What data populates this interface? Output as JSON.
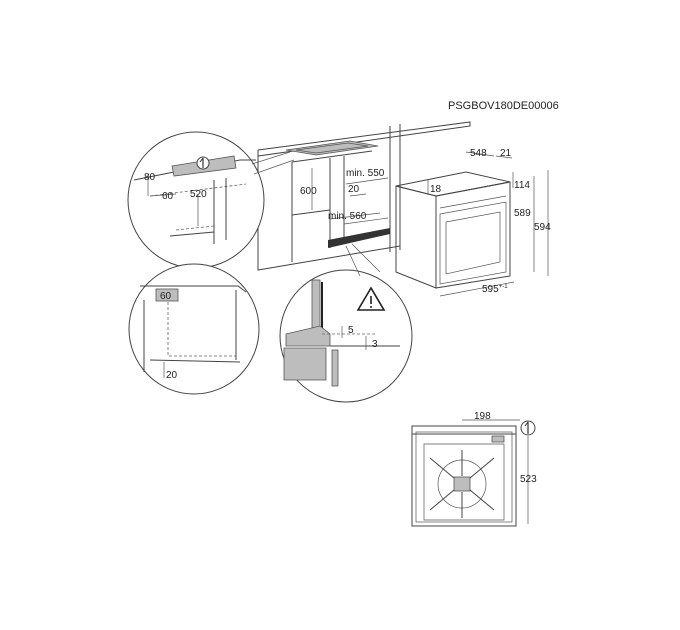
{
  "document": {
    "reference_code": "PSGBOV180DE00006"
  },
  "dimensions": {
    "cabinet": {
      "min_width": "min. 560",
      "min_depth": "min. 550",
      "height": "600",
      "gap": "20"
    },
    "oven": {
      "depth": "548",
      "door": "21",
      "top_offset": "114",
      "front_top": "18",
      "height": "589",
      "total_height": "594",
      "width": "595",
      "width_tolerance": "+-1"
    },
    "detail_top_left": {
      "height": "80",
      "depth": "520",
      "gap": "60"
    },
    "detail_mid_left": {
      "gap": "60",
      "bottom": "20"
    },
    "detail_center": {
      "gap_a": "5",
      "gap_b": "3"
    },
    "rear_view": {
      "width": "198",
      "height": "523"
    }
  },
  "icons": {
    "power": "power-plug-icon",
    "warning": "warning-triangle-icon"
  }
}
